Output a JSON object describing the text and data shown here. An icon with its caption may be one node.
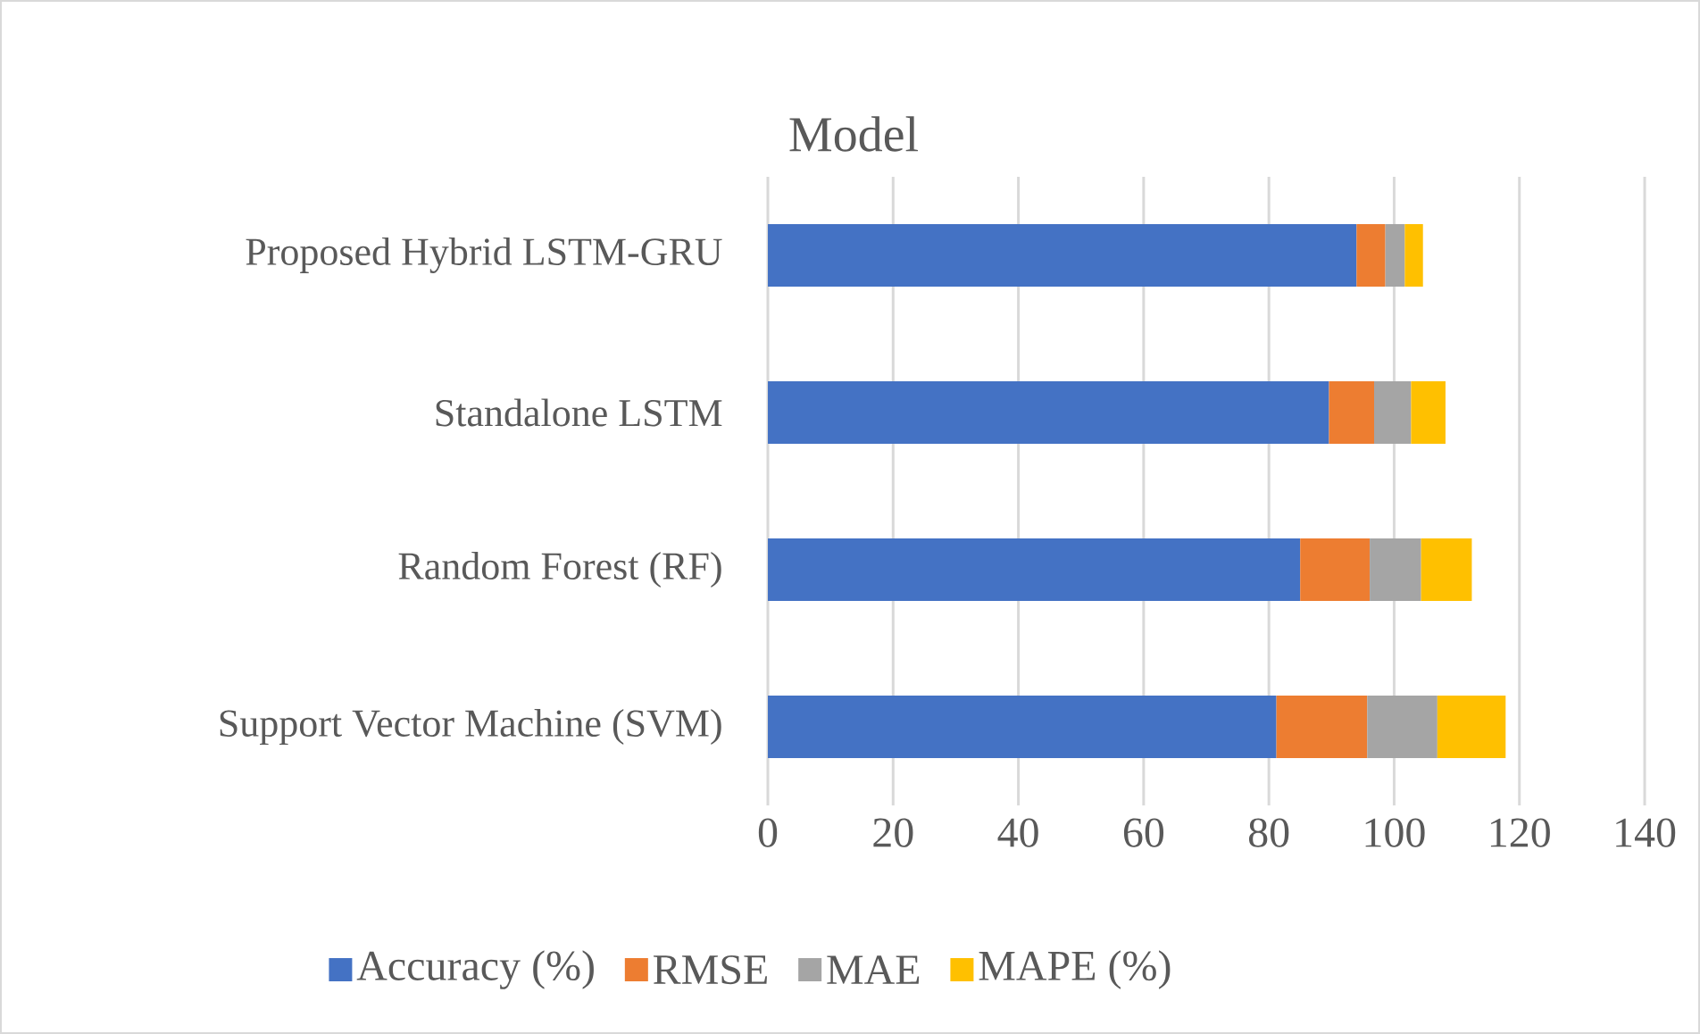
{
  "diagram": {
    "chart_data": {
      "type": "bar",
      "orientation": "horizontal",
      "stacked": true,
      "title": "Model",
      "categories": [
        "Proposed Hybrid LSTM-GRU",
        "Standalone LSTM",
        "Random Forest (RF)",
        "Support Vector Machine (SVM)"
      ],
      "series": [
        {
          "name": "Accuracy (%)",
          "color": "#4472c4",
          "values": [
            94.0,
            89.6,
            85.0,
            81.2
          ]
        },
        {
          "name": "RMSE",
          "color": "#ed7d31",
          "values": [
            4.6,
            7.2,
            11.1,
            14.5
          ]
        },
        {
          "name": "MAE",
          "color": "#a5a5a5",
          "values": [
            3.1,
            5.9,
            8.2,
            11.2
          ]
        },
        {
          "name": "MAPE (%)",
          "color": "#ffc000",
          "values": [
            2.9,
            5.5,
            8.1,
            10.9
          ]
        }
      ],
      "grid": "x",
      "legend": "bottom",
      "xlim": [
        0,
        140
      ],
      "xticks": [
        0,
        20,
        40,
        60,
        80,
        100,
        120,
        140
      ]
    }
  }
}
